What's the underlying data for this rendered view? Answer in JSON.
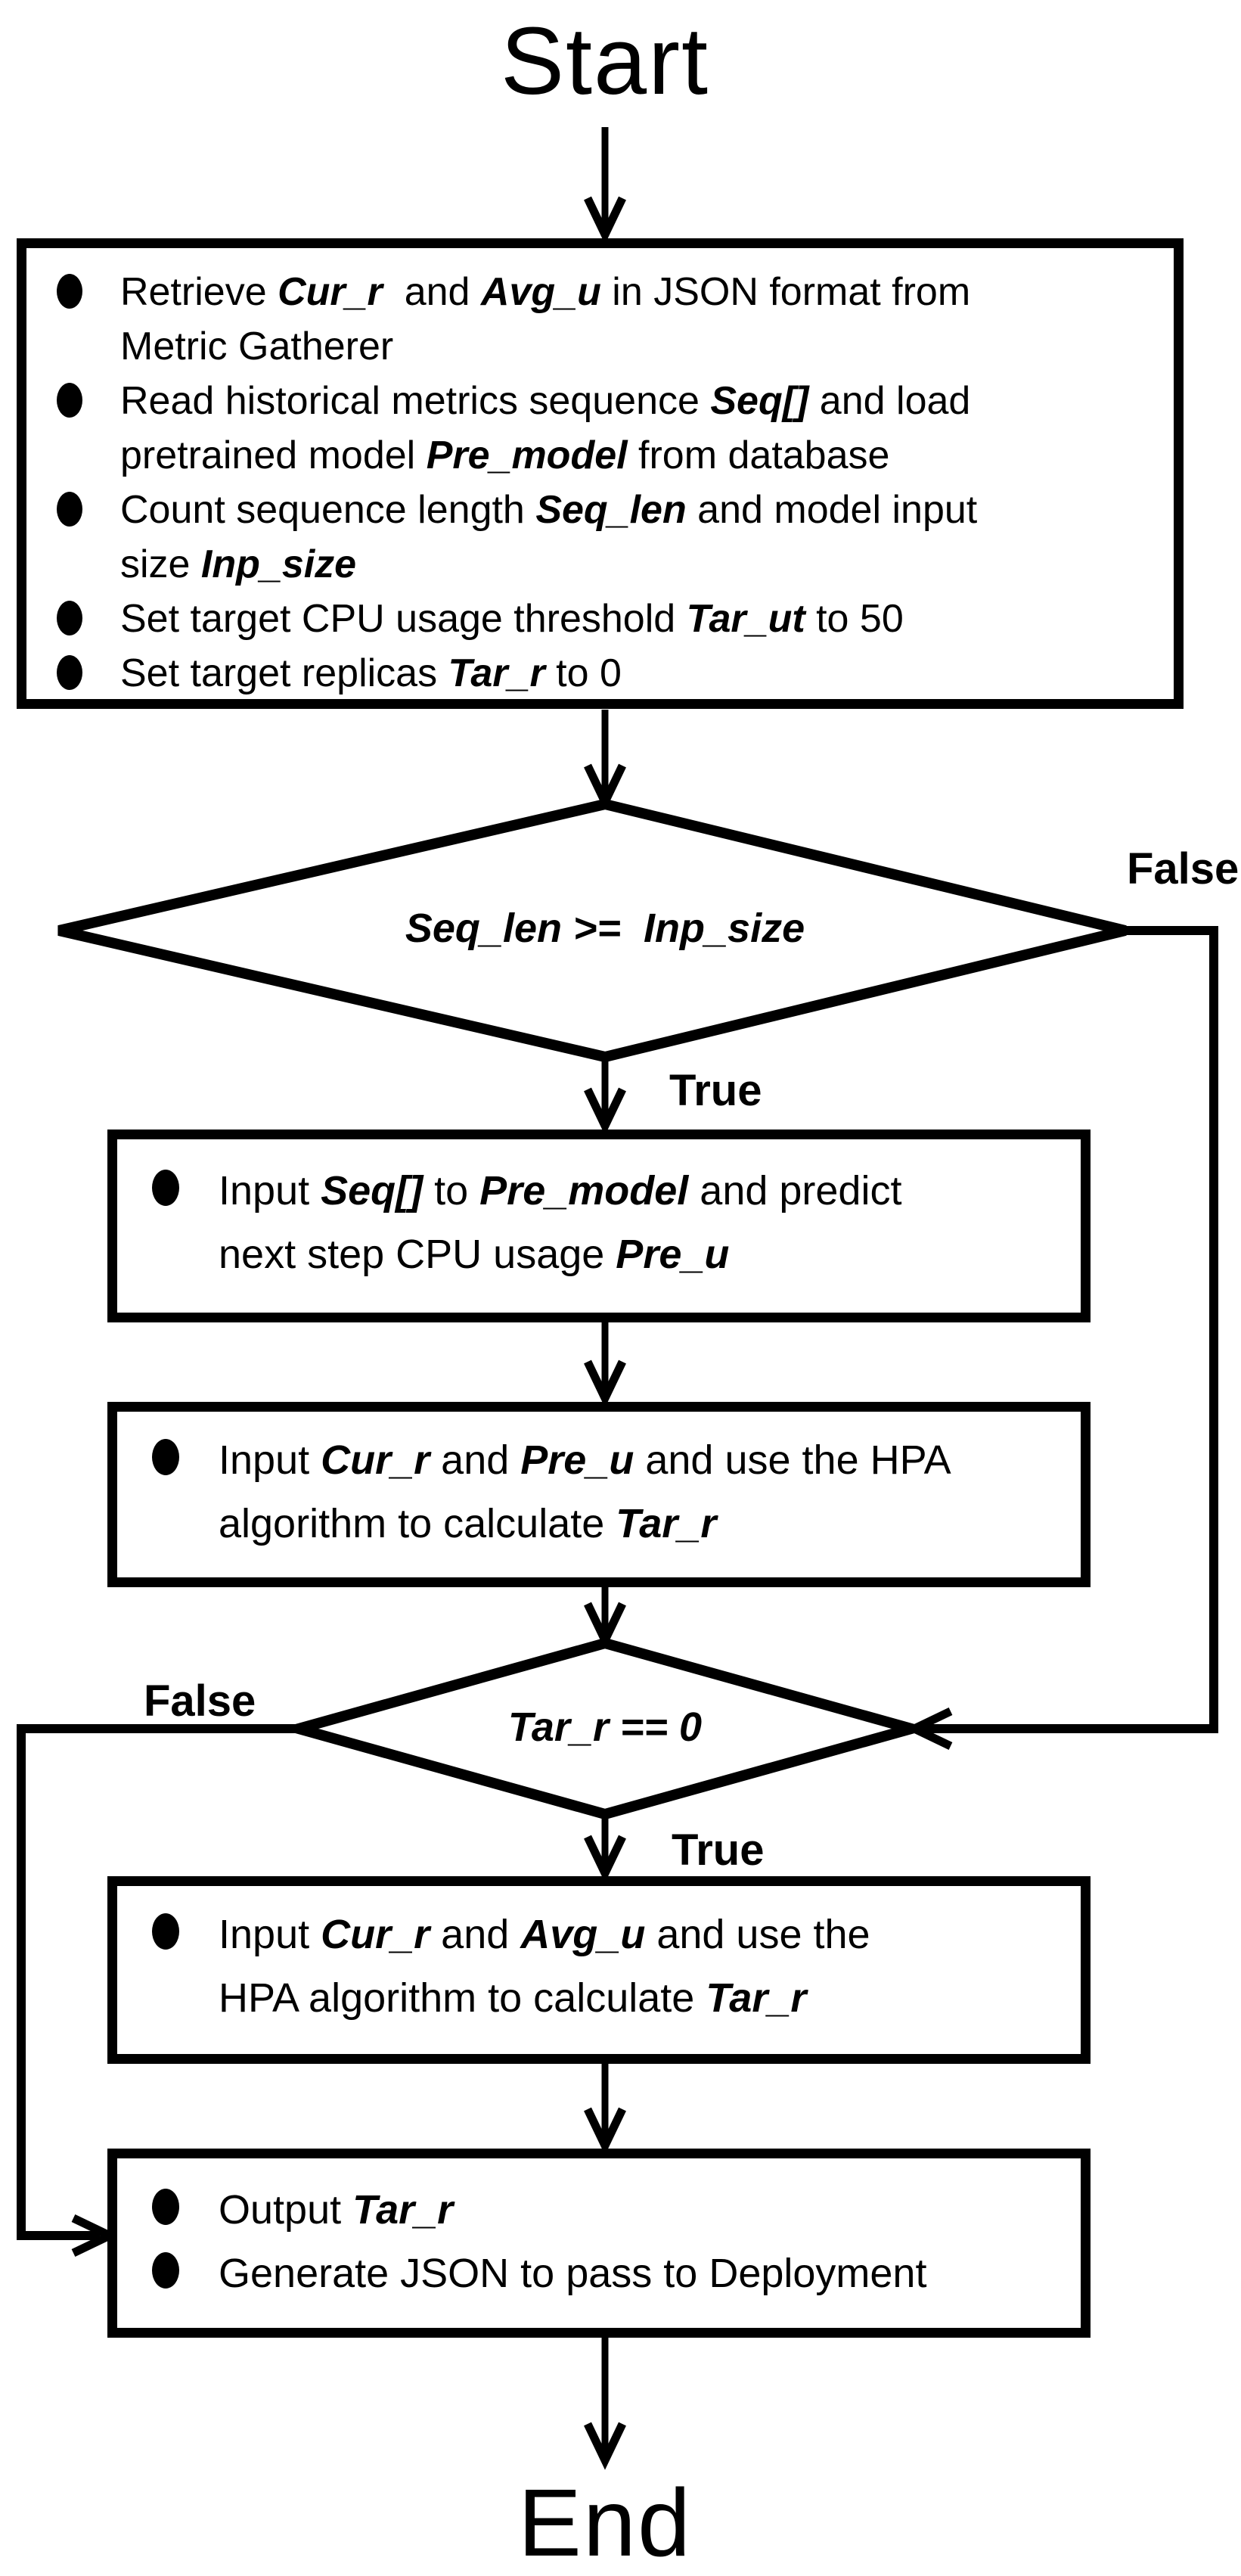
{
  "colors": {
    "ink": "#000000",
    "background": "#ffffff"
  },
  "nodes": {
    "start": "Start",
    "end": "End",
    "decision1": {
      "label": "Seq_len >=  Inp_size",
      "true_label": "True",
      "false_label": "False"
    },
    "decision2": {
      "label": "Tar_r == 0",
      "true_label": "True",
      "false_label": "False"
    },
    "box1": {
      "lines": [
        {
          "bullet": true,
          "segments": [
            {
              "text": "Retrieve ",
              "var": false
            },
            {
              "text": "Cur_r",
              "var": true
            },
            {
              "text": "  and ",
              "var": false
            },
            {
              "text": "Avg_u",
              "var": true
            },
            {
              "text": " in JSON format from",
              "var": false
            }
          ]
        },
        {
          "bullet": false,
          "segments": [
            {
              "text": "Metric Gatherer",
              "var": false
            }
          ]
        },
        {
          "bullet": true,
          "segments": [
            {
              "text": "Read historical metrics sequence ",
              "var": false
            },
            {
              "text": "Seq[]",
              "var": true
            },
            {
              "text": " and load",
              "var": false
            }
          ]
        },
        {
          "bullet": false,
          "segments": [
            {
              "text": "pretrained model ",
              "var": false
            },
            {
              "text": "Pre_model",
              "var": true
            },
            {
              "text": " from database",
              "var": false
            }
          ]
        },
        {
          "bullet": true,
          "segments": [
            {
              "text": "Count sequence length ",
              "var": false
            },
            {
              "text": "Seq_len",
              "var": true
            },
            {
              "text": " and model input",
              "var": false
            }
          ]
        },
        {
          "bullet": false,
          "segments": [
            {
              "text": "size ",
              "var": false
            },
            {
              "text": "Inp_size",
              "var": true
            }
          ]
        },
        {
          "bullet": true,
          "segments": [
            {
              "text": "Set target CPU usage threshold ",
              "var": false
            },
            {
              "text": "Tar_ut",
              "var": true
            },
            {
              "text": " to 50",
              "var": false
            }
          ]
        },
        {
          "bullet": true,
          "segments": [
            {
              "text": "Set target replicas ",
              "var": false
            },
            {
              "text": "Tar_r",
              "var": true
            },
            {
              "text": " to 0",
              "var": false
            }
          ]
        }
      ]
    },
    "box2": {
      "lines": [
        {
          "bullet": true,
          "segments": [
            {
              "text": "Input ",
              "var": false
            },
            {
              "text": "Seq[]",
              "var": true
            },
            {
              "text": " to ",
              "var": false
            },
            {
              "text": "Pre_model",
              "var": true
            },
            {
              "text": " and predict",
              "var": false
            }
          ]
        },
        {
          "bullet": false,
          "segments": [
            {
              "text": "next step CPU usage ",
              "var": false
            },
            {
              "text": "Pre_u",
              "var": true
            }
          ]
        }
      ]
    },
    "box3": {
      "lines": [
        {
          "bullet": true,
          "segments": [
            {
              "text": "Input ",
              "var": false
            },
            {
              "text": "Cur_r",
              "var": true
            },
            {
              "text": " and ",
              "var": false
            },
            {
              "text": "Pre_u",
              "var": true
            },
            {
              "text": " and use the HPA",
              "var": false
            }
          ]
        },
        {
          "bullet": false,
          "segments": [
            {
              "text": "algorithm to calculate ",
              "var": false
            },
            {
              "text": "Tar_r",
              "var": true
            }
          ]
        }
      ]
    },
    "box4": {
      "lines": [
        {
          "bullet": true,
          "segments": [
            {
              "text": "Input ",
              "var": false
            },
            {
              "text": "Cur_r",
              "var": true
            },
            {
              "text": " and ",
              "var": false
            },
            {
              "text": "Avg_u",
              "var": true
            },
            {
              "text": " and use the",
              "var": false
            }
          ]
        },
        {
          "bullet": false,
          "segments": [
            {
              "text": "HPA algorithm to calculate ",
              "var": false
            },
            {
              "text": "Tar_r",
              "var": true
            }
          ]
        }
      ]
    },
    "box5": {
      "lines": [
        {
          "bullet": true,
          "segments": [
            {
              "text": "Output ",
              "var": false
            },
            {
              "text": "Tar_r",
              "var": true
            }
          ]
        },
        {
          "bullet": true,
          "segments": [
            {
              "text": "Generate JSON to pass to Deployment",
              "var": false
            }
          ]
        }
      ]
    }
  }
}
